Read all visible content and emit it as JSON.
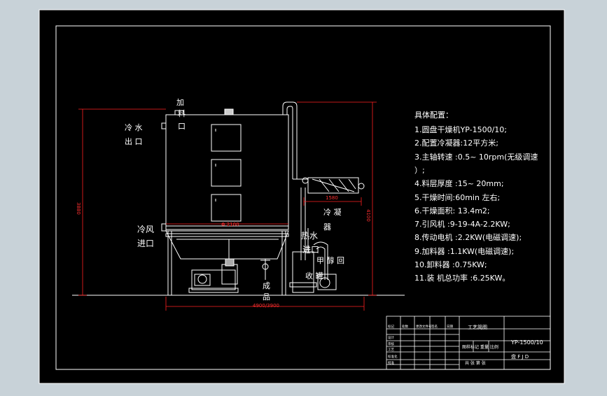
{
  "drawing": {
    "labels": {
      "feed_1": "加",
      "feed_2": "料",
      "feed_3": "口",
      "cold_water_out_1": "冷 水",
      "cold_water_out_2": "出 口",
      "cold_air_in_1": "冷风",
      "cold_air_in_2": "进口",
      "hot_water_in_1": "热水",
      "hot_water_in_2": "进口",
      "condenser_1": "冷 凝",
      "condenser_2": "器",
      "methanol_1": "甲 醇 回",
      "methanol_2": "收 罐",
      "finished_1": "成",
      "finished_2": "品"
    },
    "dimensions": {
      "height_left": "3880",
      "height_right": "4100",
      "inner_width": "Φ 2100",
      "condenser_len": "1580",
      "overall_width": "4900/3900"
    }
  },
  "specs": {
    "title": "具体配置：",
    "items": [
      "1.圆盘干燥机YP-1500/10;",
      "2.配置冷凝器:12平方米;",
      "3.主轴转速 :0.5~ 10rpm(无级调速",
      "）;",
      "4.料层厚度 :15~ 20mm;",
      "5.干燥时间:60min  左右;",
      "6.干燥面积: 13.4m2;",
      "7.引风机 :9-19-4A-2.2KW;",
      "8.传动电机 :2.2KW(电磁调速);",
      "9.加料器 :1.1KW(电磁调速);",
      "10.卸料器 :0.75KW;",
      "11.装 机总功率 :6.25KW。"
    ]
  },
  "title_block": {
    "name_cell": "工艺简图",
    "model": "YP-1500/10",
    "row_2": "图样标记 重量 比例",
    "row_3": "共 张 第 张",
    "row_4": "盘 F J D",
    "small_1": "标记",
    "small_2": "处数",
    "small_3": "更改文件号",
    "small_4": "签名",
    "small_5": "日期",
    "small_6": "设计",
    "small_7": "审核",
    "small_8": "工艺",
    "small_9": "标准化",
    "small_10": "批准"
  },
  "colors": {
    "sheet": "#000000",
    "frame": "#ffffff",
    "drawing": "#ffffff",
    "dimension": "#ff2020",
    "pipe": "#ffffff",
    "accent_fill": "#c0c0c0"
  }
}
